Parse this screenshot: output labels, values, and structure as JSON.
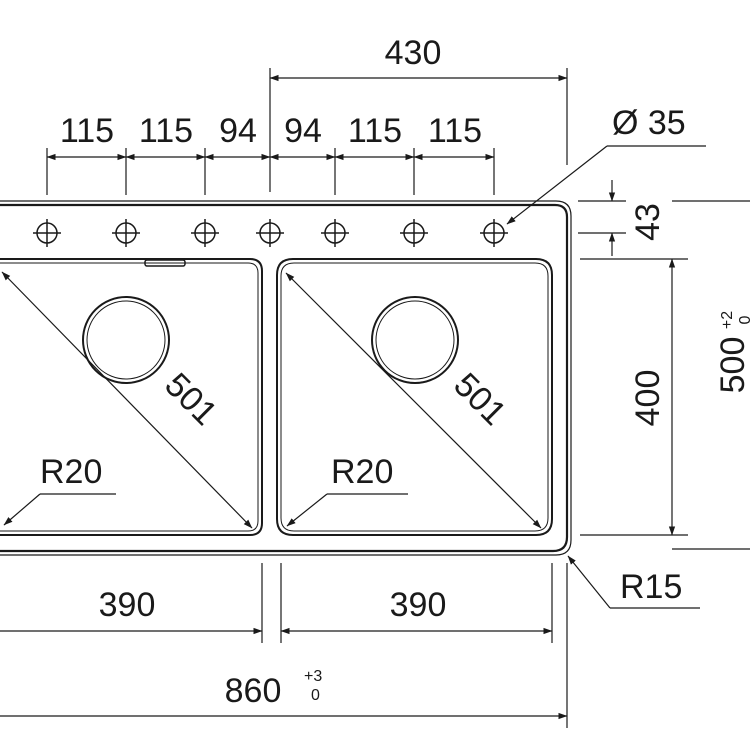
{
  "drawing": {
    "top": {
      "overall_right_half": "430",
      "hole_spacings": [
        "115",
        "115",
        "94",
        "94",
        "115",
        "115"
      ],
      "hole_diameter": "Ø 35",
      "hole_offset": "43"
    },
    "bowls": {
      "left_diagonal": "501",
      "right_diagonal": "501",
      "left_radius": "R20",
      "right_radius": "R20",
      "left_width": "390",
      "right_width": "390"
    },
    "right_side": {
      "bowl_depth": "400",
      "overall_depth": "500",
      "overall_depth_tol_upper": "+2",
      "overall_depth_tol_lower": "0"
    },
    "bottom": {
      "corner_radius": "R15",
      "overall_width": "860",
      "overall_width_tol_upper": "+3",
      "overall_width_tol_lower": "0"
    }
  }
}
